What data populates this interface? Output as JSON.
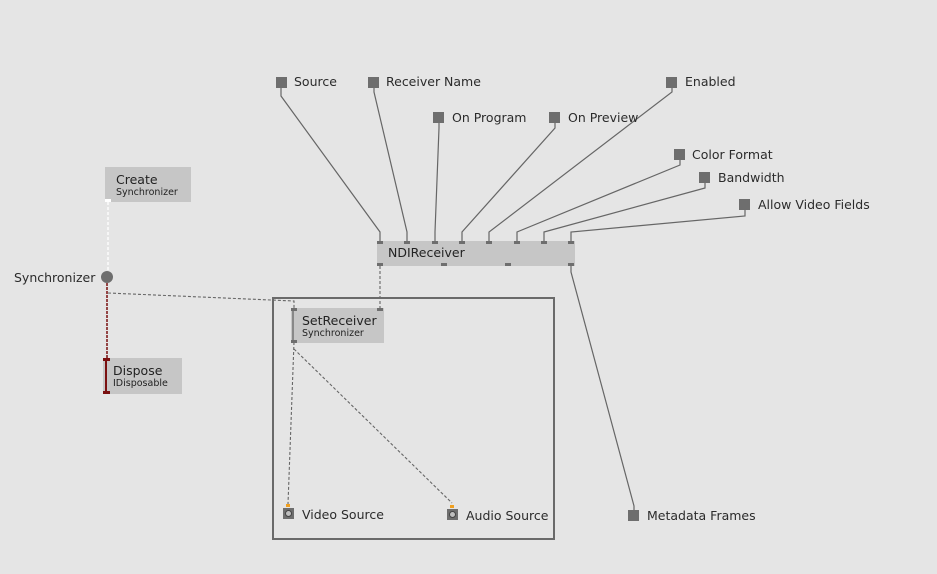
{
  "pins": {
    "source": "Source",
    "receiver_name": "Receiver Name",
    "on_program": "On Program",
    "on_preview": "On Preview",
    "enabled": "Enabled",
    "color_format": "Color Format",
    "bandwidth": "Bandwidth",
    "allow_video_fields": "Allow Video Fields",
    "metadata_frames": "Metadata Frames",
    "synchronizer": "Synchronizer",
    "video_source": "Video Source",
    "audio_source": "Audio Source"
  },
  "nodes": {
    "ndi_receiver": {
      "title": "NDIReceiver"
    },
    "create": {
      "title": "Create",
      "type": "Synchronizer"
    },
    "dispose": {
      "title": "Dispose",
      "type": "IDisposable"
    },
    "set_receiver": {
      "title": "SetReceiver",
      "type": "Synchronizer"
    }
  },
  "colors": {
    "background": "#e5e5e5",
    "node": "#c6c6c6",
    "pin": "#6e6e6e",
    "dispose_link": "#7a1010",
    "io_marker": "#f0a020"
  }
}
